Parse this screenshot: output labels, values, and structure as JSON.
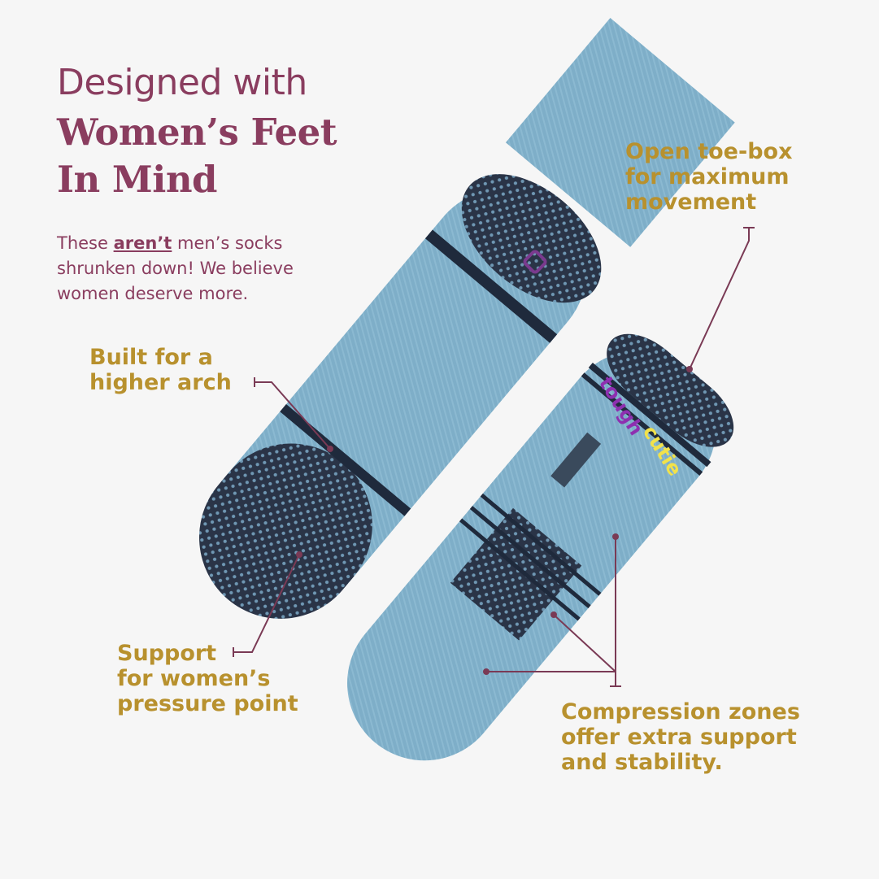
{
  "headline": {
    "line1": "Designed with",
    "line2": "Women’s Feet",
    "line3": "In Mind"
  },
  "intro": {
    "before": "These ",
    "emphasis": "aren’t",
    "after": " men’s socks shrunken down! We believe women deserve more."
  },
  "callouts": {
    "arch": [
      "Built for a",
      "higher arch"
    ],
    "pressure": [
      "Support",
      "for women’s",
      "pressure point"
    ],
    "toe": [
      "Open toe-box",
      "for maximum",
      "movement"
    ],
    "compression": [
      "Compression zones",
      "offer extra support",
      "and stability."
    ]
  },
  "brand": {
    "word1": "tough",
    "word2": "cutie"
  },
  "colors": {
    "headline": "#8a3d5f",
    "callout": "#b8912e",
    "sock": "#7eaec8",
    "knit": "#243044",
    "leader": "#7a3a55"
  }
}
